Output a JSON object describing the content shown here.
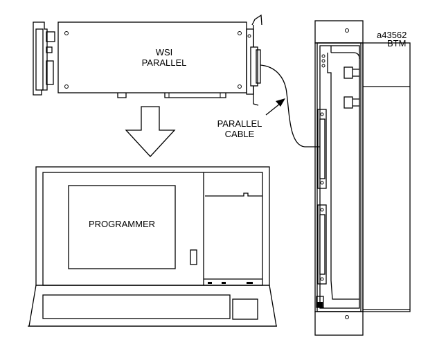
{
  "figure_id": "a43562",
  "labels": {
    "wsi_line1": "WSI",
    "wsi_line2": "PARALLEL",
    "cable_line1": "PARALLEL",
    "cable_line2": "CABLE",
    "programmer": "PROGRAMMER",
    "btm": "BTM"
  },
  "colors": {
    "stroke": "#000000",
    "background": "#ffffff"
  }
}
